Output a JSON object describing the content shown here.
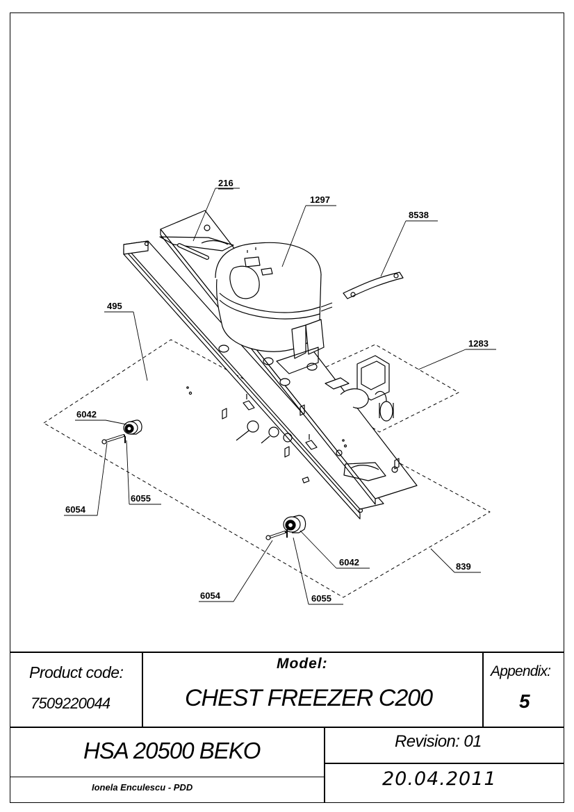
{
  "drawing": {
    "callouts": {
      "c216": "216",
      "c1297": "1297",
      "c8538": "8538",
      "c495": "495",
      "c1283": "1283",
      "c6042a": "6042",
      "c6054a": "6054",
      "c6055a": "6055",
      "c6042b": "6042",
      "c839": "839",
      "c6054b": "6054",
      "c6055b": "6055"
    }
  },
  "title_block": {
    "product_code_label": "Product code:",
    "product_code_value": "7509220044",
    "model_label": "Model:",
    "model_value": "CHEST FREEZER C200",
    "appendix_label": "Appendix:",
    "appendix_value": "5",
    "compressor_name": "HSA 20500 BEKO",
    "revision": "Revision: 01",
    "date": "20.04.2011",
    "author": "Ionela Enculescu - PDD"
  }
}
